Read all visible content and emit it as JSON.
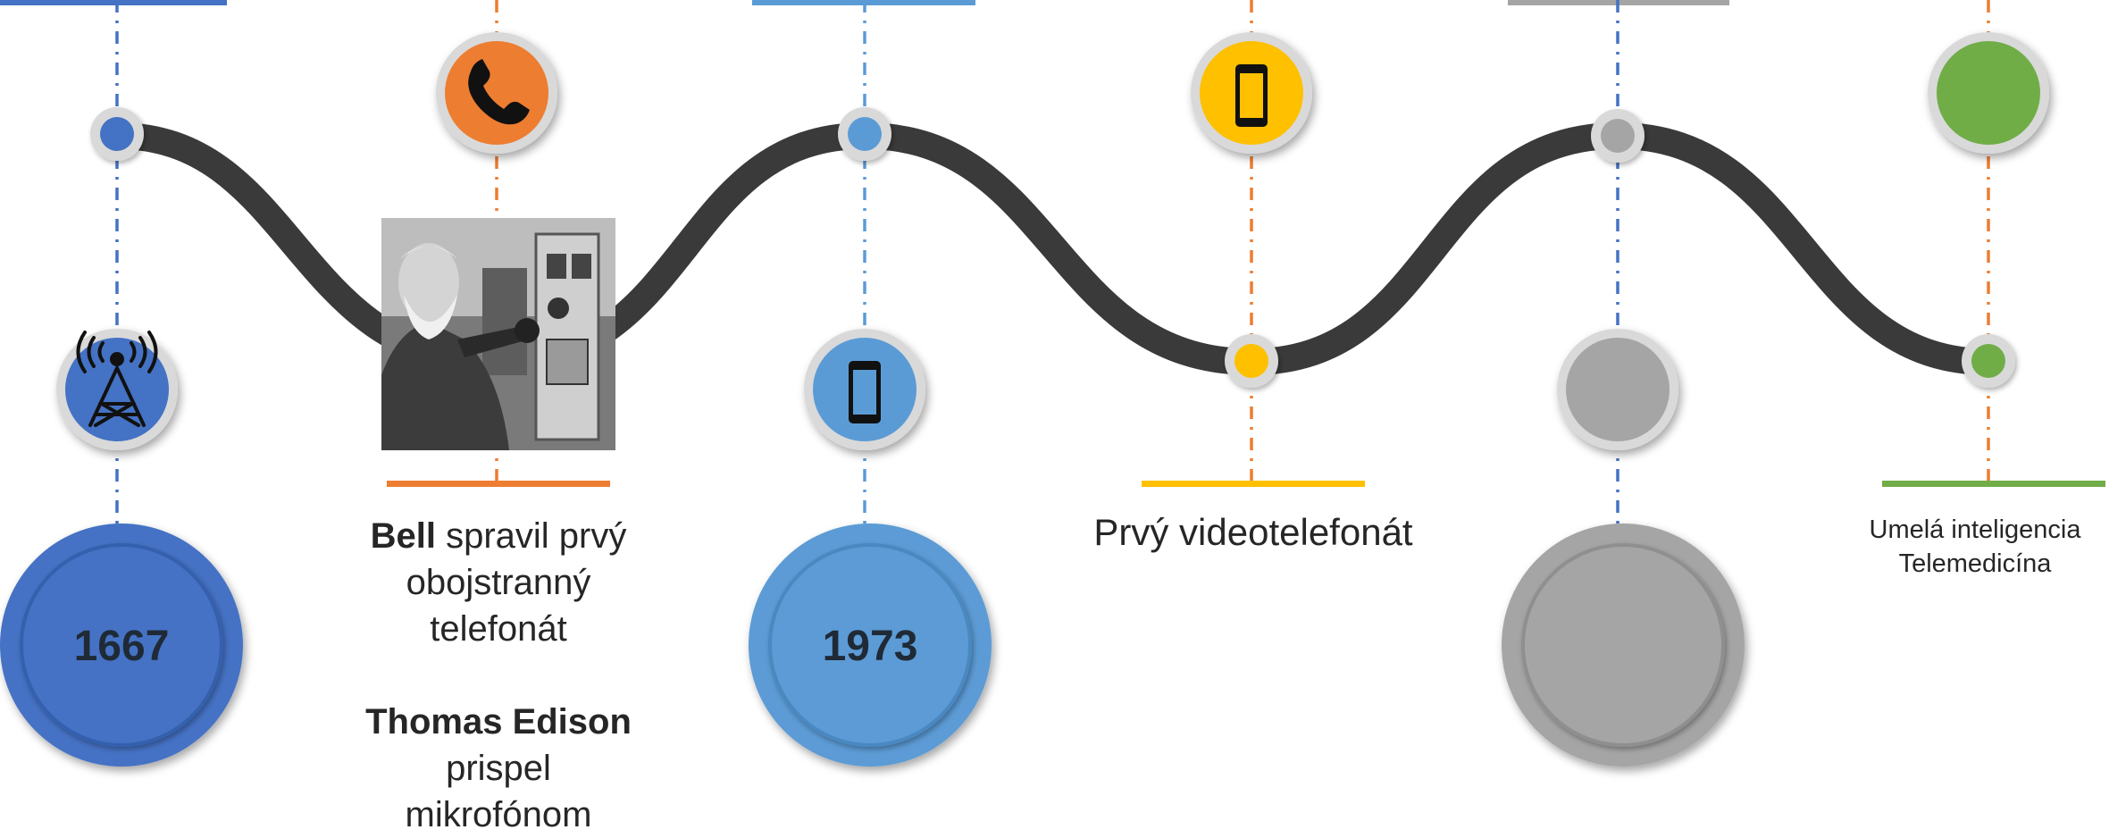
{
  "colors": {
    "blue": "#4472c4",
    "light_blue": "#5b9bd5",
    "orange": "#ed7d31",
    "yellow": "#ffc000",
    "gray": "#a5a5a5",
    "green": "#70ad47",
    "wave": "#3a3a3a"
  },
  "milestones": [
    {
      "year": "1667",
      "icon": "radio-tower-icon"
    },
    {
      "name": "Bell",
      "text_1": "spravil prvý",
      "text_2": "obojstranný",
      "text_3": "telefonát",
      "name_2": "Thomas Edison",
      "text_4": "prispel",
      "text_5": "mikrofónom",
      "icon": "telephone-handset-icon",
      "photo": "portrait-photo"
    },
    {
      "year": "1973",
      "icon": "mobile-phone-icon"
    },
    {
      "text": "Prvý videotelefonát",
      "icon": "mobile-phone-icon"
    },
    {
      "year": "",
      "icon": ""
    },
    {
      "text_1": "Umelá inteligencia",
      "text_2": "Telemedicína",
      "icon": ""
    }
  ]
}
